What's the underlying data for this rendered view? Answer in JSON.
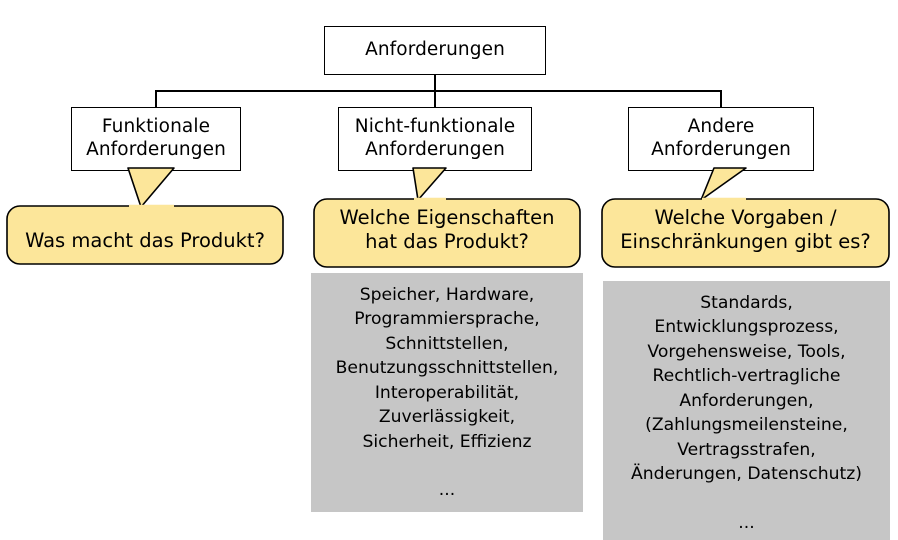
{
  "diagram": {
    "title": "Anforderungen",
    "root": {
      "label": "Anforderungen"
    },
    "branches": [
      {
        "id": "funktionale",
        "node_label": "Funktionale\nAnforderungen",
        "callout_text": "Was macht das Produkt?",
        "details": null
      },
      {
        "id": "nicht-funktionale",
        "node_label": "Nicht-funktionale\nAnforderungen",
        "callout_text": "Welche Eigenschaften\nhat das Produkt?",
        "details": "Speicher, Hardware,\nProgrammiersprache,\nSchnittstellen,\nBenutzungsschnittstellen,\nInteroperabilität,\nZuverlässigkeit,\nSicherheit, Effizienz\n\n..."
      },
      {
        "id": "andere",
        "node_label": "Andere\nAnforderungen",
        "callout_text": "Welche Vorgaben /\nEinschränkungen gibt es?",
        "details": "Standards,\nEntwicklungsprozess,\nVorgehensweise, Tools,\nRechtlich-vertragliche\nAnforderungen,\n(Zahlungsmeilensteine,\nVertragsstrafen,\nÄnderungen, Datenschutz)\n\n..."
      }
    ],
    "colors": {
      "callout_fill": "#fce69a",
      "callout_stroke": "#000000",
      "panel_fill": "#c6c6c6",
      "node_fill": "#ffffff",
      "node_stroke": "#000000",
      "background": "#ffffff"
    }
  }
}
